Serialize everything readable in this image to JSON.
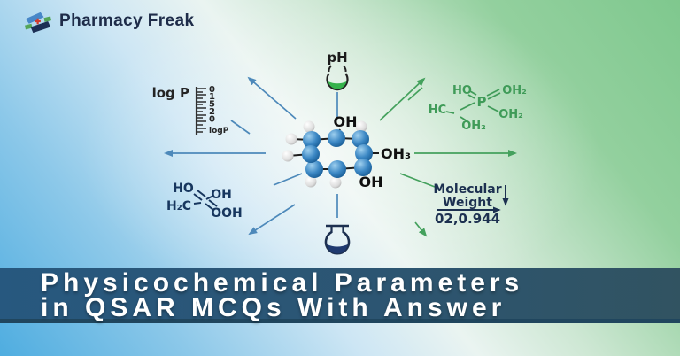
{
  "brand": {
    "name": "Pharmacy Freak"
  },
  "title": {
    "line1": "Physicochemical Parameters",
    "line2": "in QSAR MCQs With Answer"
  },
  "diagram": {
    "logp": {
      "label": "log P",
      "ticks": [
        "0",
        "1",
        "5",
        "2",
        "0"
      ],
      "caption": "logP"
    },
    "ph": {
      "label": "pH"
    },
    "molecule": {
      "top_label": "OH",
      "right_label": "OH₃",
      "bottom_label": "OH"
    },
    "acid": {
      "ho": "HO",
      "oh": "OH",
      "h2c": "H₂C",
      "ooh": "OOH"
    },
    "phosphonate": {
      "hc": "HC",
      "ho": "HO",
      "p": "P",
      "oh2_top": "OH₂",
      "oh2_right": "OH₂",
      "oh2_bottom": "OH₂"
    },
    "molecular_weight": {
      "line1": "Molecular",
      "line2": "Weight",
      "value": "02,0.944"
    }
  },
  "colors": {
    "arrow_blue": "#4d89ba",
    "arrow_green": "#44a15d",
    "banner_left": "#27587f",
    "banner_right": "#315361",
    "bg_blue": "#4fade0",
    "bg_green": "#7fc88e",
    "ph_liquid": "#35b24b",
    "flask_liquid": "#1f3a70",
    "sphere_blue": "#3b87c4",
    "brand_navy": "#1e2c49"
  }
}
